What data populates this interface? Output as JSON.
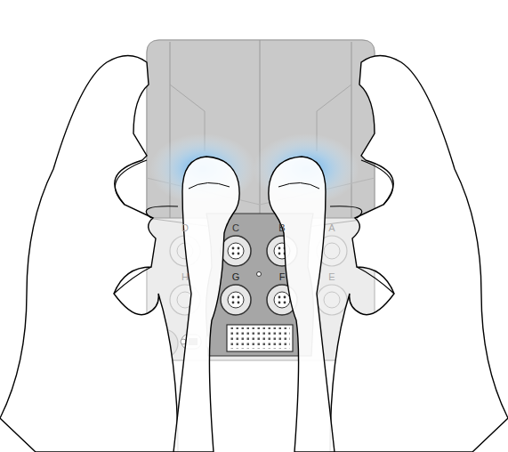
{
  "diagram": {
    "labels": [
      "D",
      "C",
      "B",
      "A",
      "H",
      "G",
      "F",
      "E"
    ]
  }
}
